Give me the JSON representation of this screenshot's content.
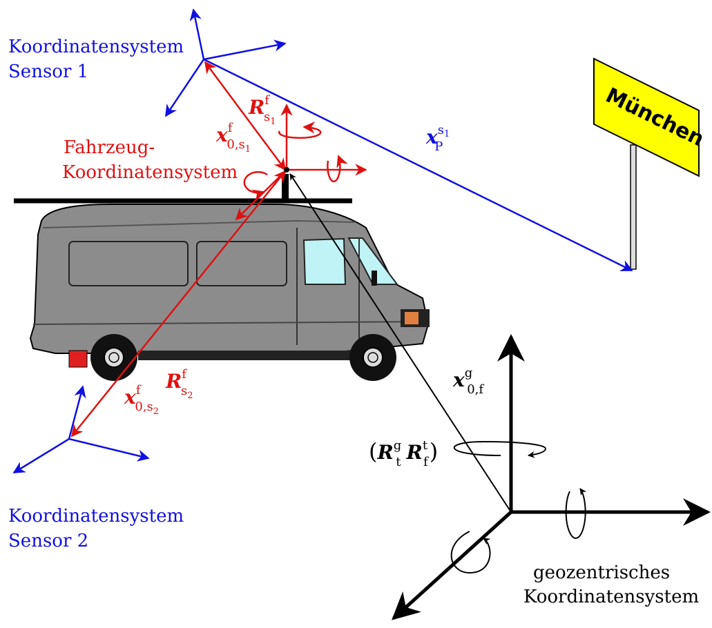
{
  "labels": {
    "sensor1_line1": "Koordinatensystem",
    "sensor1_line2": "Sensor 1",
    "sensor2_line1": "Koordinatensystem",
    "sensor2_line2": "Sensor 2",
    "vehicle_line1": "Fahrzeug-",
    "vehicle_line2": "Koordinatensystem",
    "geo_line1": "geozentrisches",
    "geo_line2": "Koordinatensystem",
    "sign_text": "München"
  },
  "math": {
    "R_s1": {
      "base": "R",
      "sup": "f",
      "sub": "s",
      "subsub": "1"
    },
    "x_0s1": {
      "base": "x",
      "sup": "f",
      "sub": "0,s",
      "subsub": "1"
    },
    "x_P": {
      "base": "x",
      "sup": "s",
      "supsub": "1",
      "sub": "P"
    },
    "R_s2": {
      "base": "R",
      "sup": "f",
      "sub": "s",
      "subsub": "2"
    },
    "x_0s2": {
      "base": "x",
      "sup": "f",
      "sub": "0,s",
      "subsub": "2"
    },
    "x_0f": {
      "base": "x",
      "sup": "g",
      "sub": "0,f"
    },
    "R_tf": {
      "open": "(",
      "a_base": "R",
      "a_sup": "g",
      "a_sub": "t",
      "b_base": "R",
      "b_sup": "t",
      "b_sub": "f",
      "close": ")"
    }
  },
  "colors": {
    "sensor": "#1010e0",
    "vehicle": "#e01010",
    "geo": "#000000",
    "van_body": "#8c8c8c",
    "sign": "#ffff00"
  }
}
